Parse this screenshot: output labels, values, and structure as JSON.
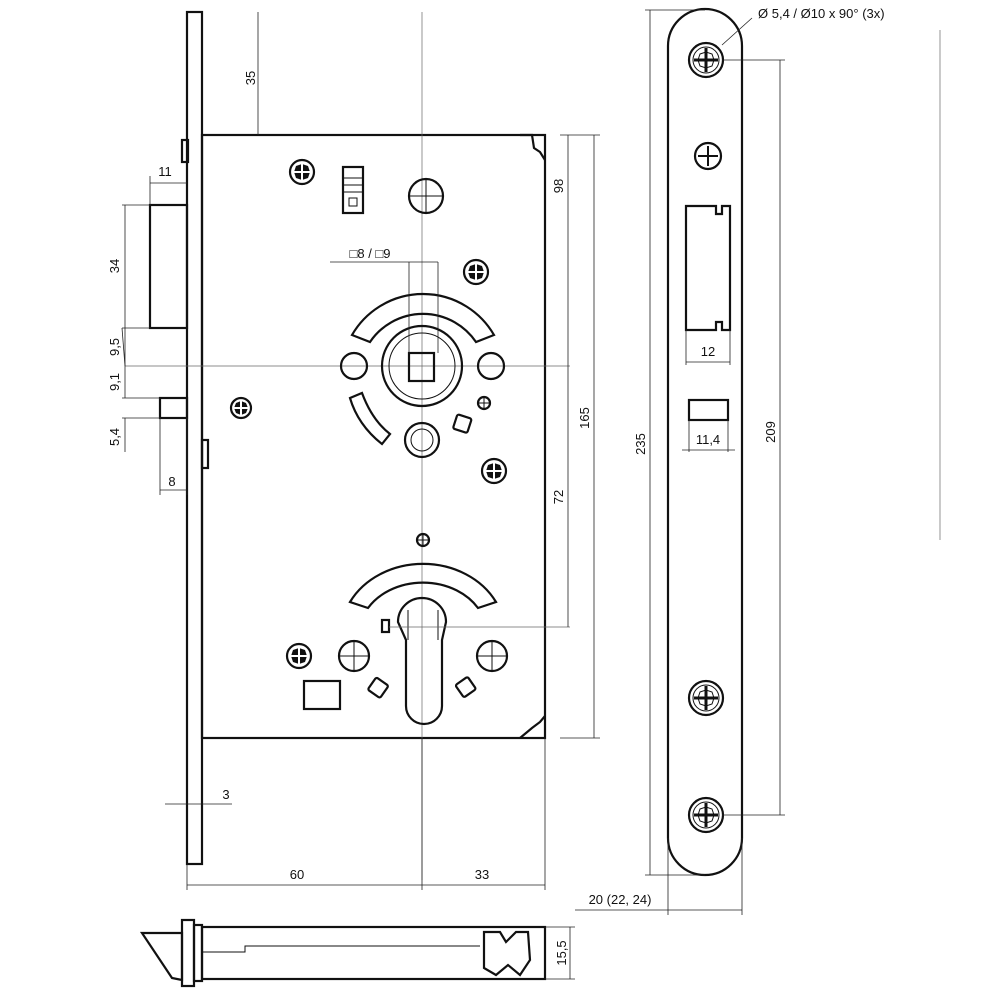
{
  "dimensions": {
    "top_backset": "35",
    "latch_depth": "11",
    "latch_height": "34",
    "offset_9_5": "9,5",
    "offset_9_1": "9,1",
    "offset_5_4": "5,4",
    "bolt_width": "8",
    "faceplate_thickness": "3",
    "backset": "60",
    "case_right": "33",
    "top_to_follower": "98",
    "follower_to_bottom": "165",
    "follower_to_cylinder": "72",
    "square_follower": "□8 / □9",
    "strike_slot_width": "12",
    "strike_bolt_width": "11,4",
    "faceplate_length": "235",
    "screw_distance": "209",
    "faceplate_width": "20 (22, 24)",
    "side_thickness": "15,5",
    "screw_spec": "Ø 5,4 / Ø10 x 90° (3x)"
  }
}
